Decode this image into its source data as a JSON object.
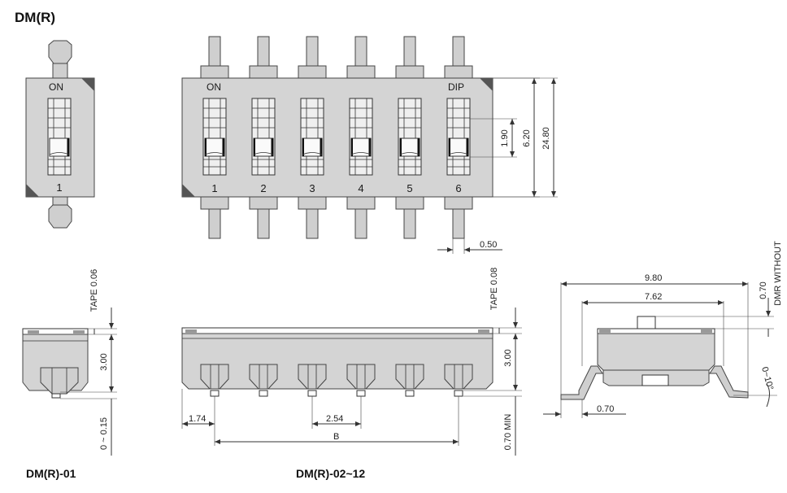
{
  "title": "DM(R)",
  "top_view_single": {
    "on_label": "ON",
    "number": "1"
  },
  "top_view_multi": {
    "on_label": "ON",
    "dip_label": "DIP",
    "numbers": [
      "1",
      "2",
      "3",
      "4",
      "5",
      "6"
    ],
    "dim_slider": "1.90",
    "dim_body": "6.20",
    "dim_overall": "24.80",
    "dim_pin_width": "0.50"
  },
  "side_single": {
    "tape": "TAPE 0.06",
    "height": "3.00",
    "standoff": "0 ~ 0.15",
    "caption": "DM(R)-01"
  },
  "side_multi": {
    "tape": "TAPE 0.08",
    "height": "3.00",
    "min": "0.70 MIN",
    "edge": "1.74",
    "pitch": "2.54",
    "length": "B",
    "caption": "DM(R)-02~12"
  },
  "end_view": {
    "overall": "9.80",
    "pitch": "7.62",
    "tape": "0.70",
    "note": "DMR WITHOUT",
    "angle": "0~10°",
    "foot": "0.70"
  }
}
